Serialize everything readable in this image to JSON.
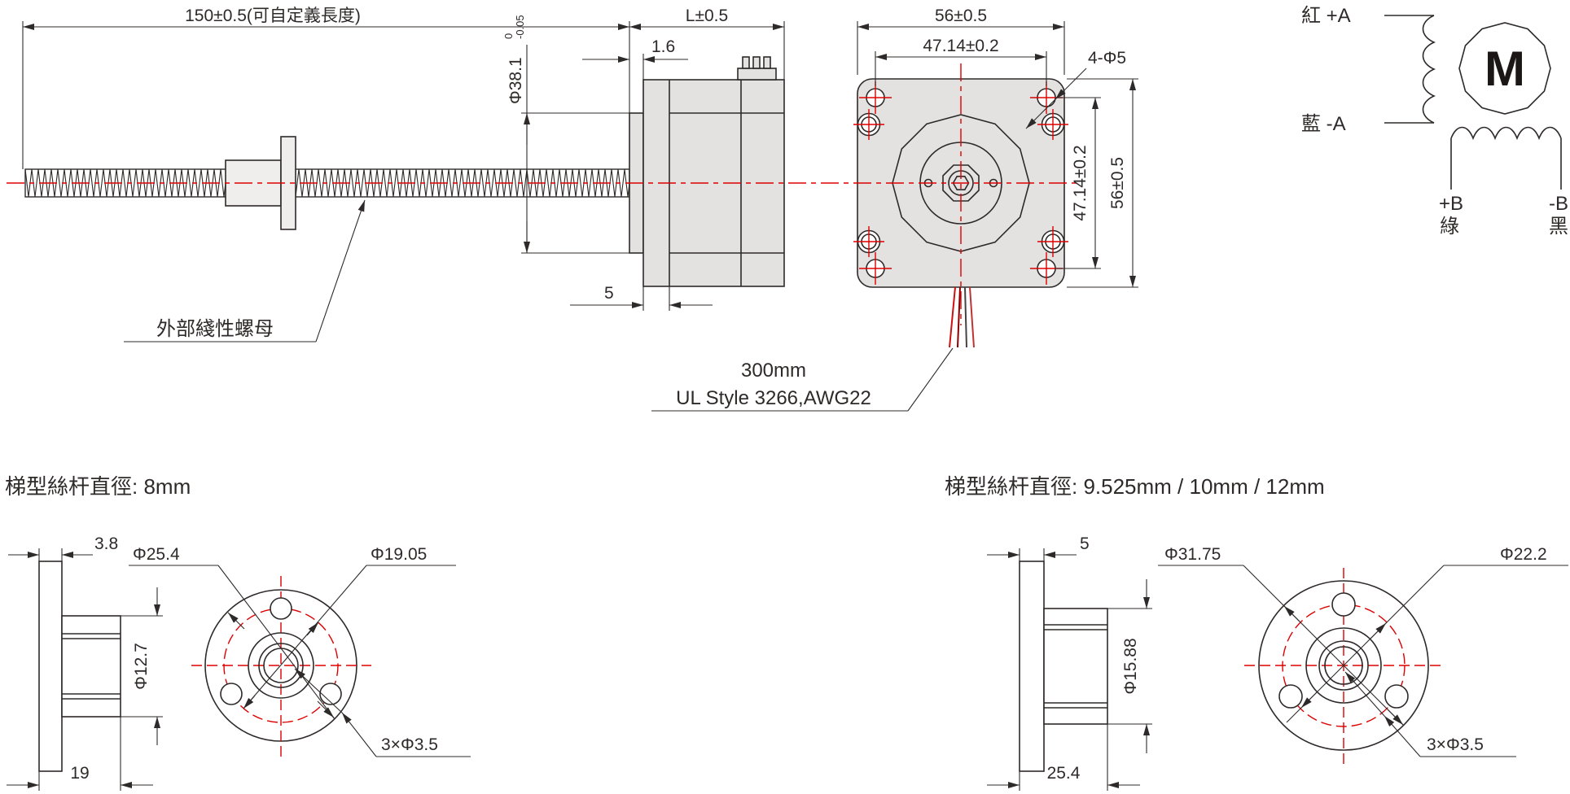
{
  "assembly_view": {
    "dim_screw_length": "150±0.5(可自定義長度)",
    "dim_boss_dia": "Φ38.1",
    "dim_boss_dia_tol_upper": "0",
    "dim_boss_dia_tol_lower": "-0.05",
    "dim_motor_length": "L±0.5",
    "dim_boss_step": "1.6",
    "dim_pilot_depth": "5",
    "nut_callout": "外部綫性螺母"
  },
  "front_view": {
    "dim_body_width": "56±0.5",
    "dim_hole_pitch_h": "47.14±0.2",
    "dim_mount_holes": "4-Φ5",
    "dim_hole_pitch_v": "47.14±0.2",
    "dim_body_height": "56±0.5",
    "cable_length": "300mm",
    "cable_spec": "UL Style 3266,AWG22"
  },
  "wiring_diagram": {
    "lead_a_plus": "紅 +A",
    "lead_a_minus": "藍 -A",
    "motor_symbol": "M",
    "lead_b_plus": "+B",
    "lead_b_plus_color": "綠",
    "lead_b_minus": "-B",
    "lead_b_minus_color": "黑"
  },
  "nut_detail_small": {
    "heading": "梯型絲杆直徑: 8mm",
    "dim_flange_thickness": "3.8",
    "dim_flange_od": "Φ25.4",
    "dim_bolt_circle": "Φ19.05",
    "dim_hub_od": "Φ12.7",
    "dim_total_length": "19",
    "dim_mount_holes": "3×Φ3.5"
  },
  "nut_detail_large": {
    "heading": "梯型絲杆直徑: 9.525mm / 10mm / 12mm",
    "dim_flange_thickness": "5",
    "dim_flange_od": "Φ31.75",
    "dim_bolt_circle": "Φ22.2",
    "dim_hub_od": "Φ15.88",
    "dim_total_length": "25.4",
    "dim_mount_holes": "3×Φ3.5"
  },
  "colors": {
    "line": "#2f2a2a",
    "centerline_red": "#dd0000",
    "body_fill": "#e4e2e0"
  }
}
